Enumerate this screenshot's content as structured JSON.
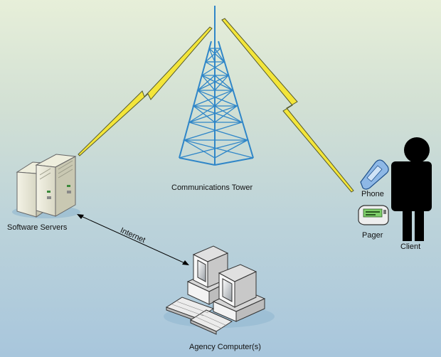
{
  "labels": {
    "tower": "Communications Tower",
    "servers": "Software Servers",
    "internet": "Internet",
    "phone": "Phone",
    "pager": "Pager",
    "client": "Client",
    "agency": "Agency Computer(s)"
  },
  "icons": [
    "communications-tower-icon",
    "software-servers-icon",
    "agency-computers-icon",
    "phone-icon",
    "pager-icon",
    "client-person-icon"
  ],
  "colors": {
    "background_top": "#e7efd9",
    "background_bottom": "#a8c6dc",
    "tower_lattice": "#2f86c8",
    "lightning": "#f3e53a",
    "lightning_outline": "#555a2c",
    "person": "#000000"
  }
}
